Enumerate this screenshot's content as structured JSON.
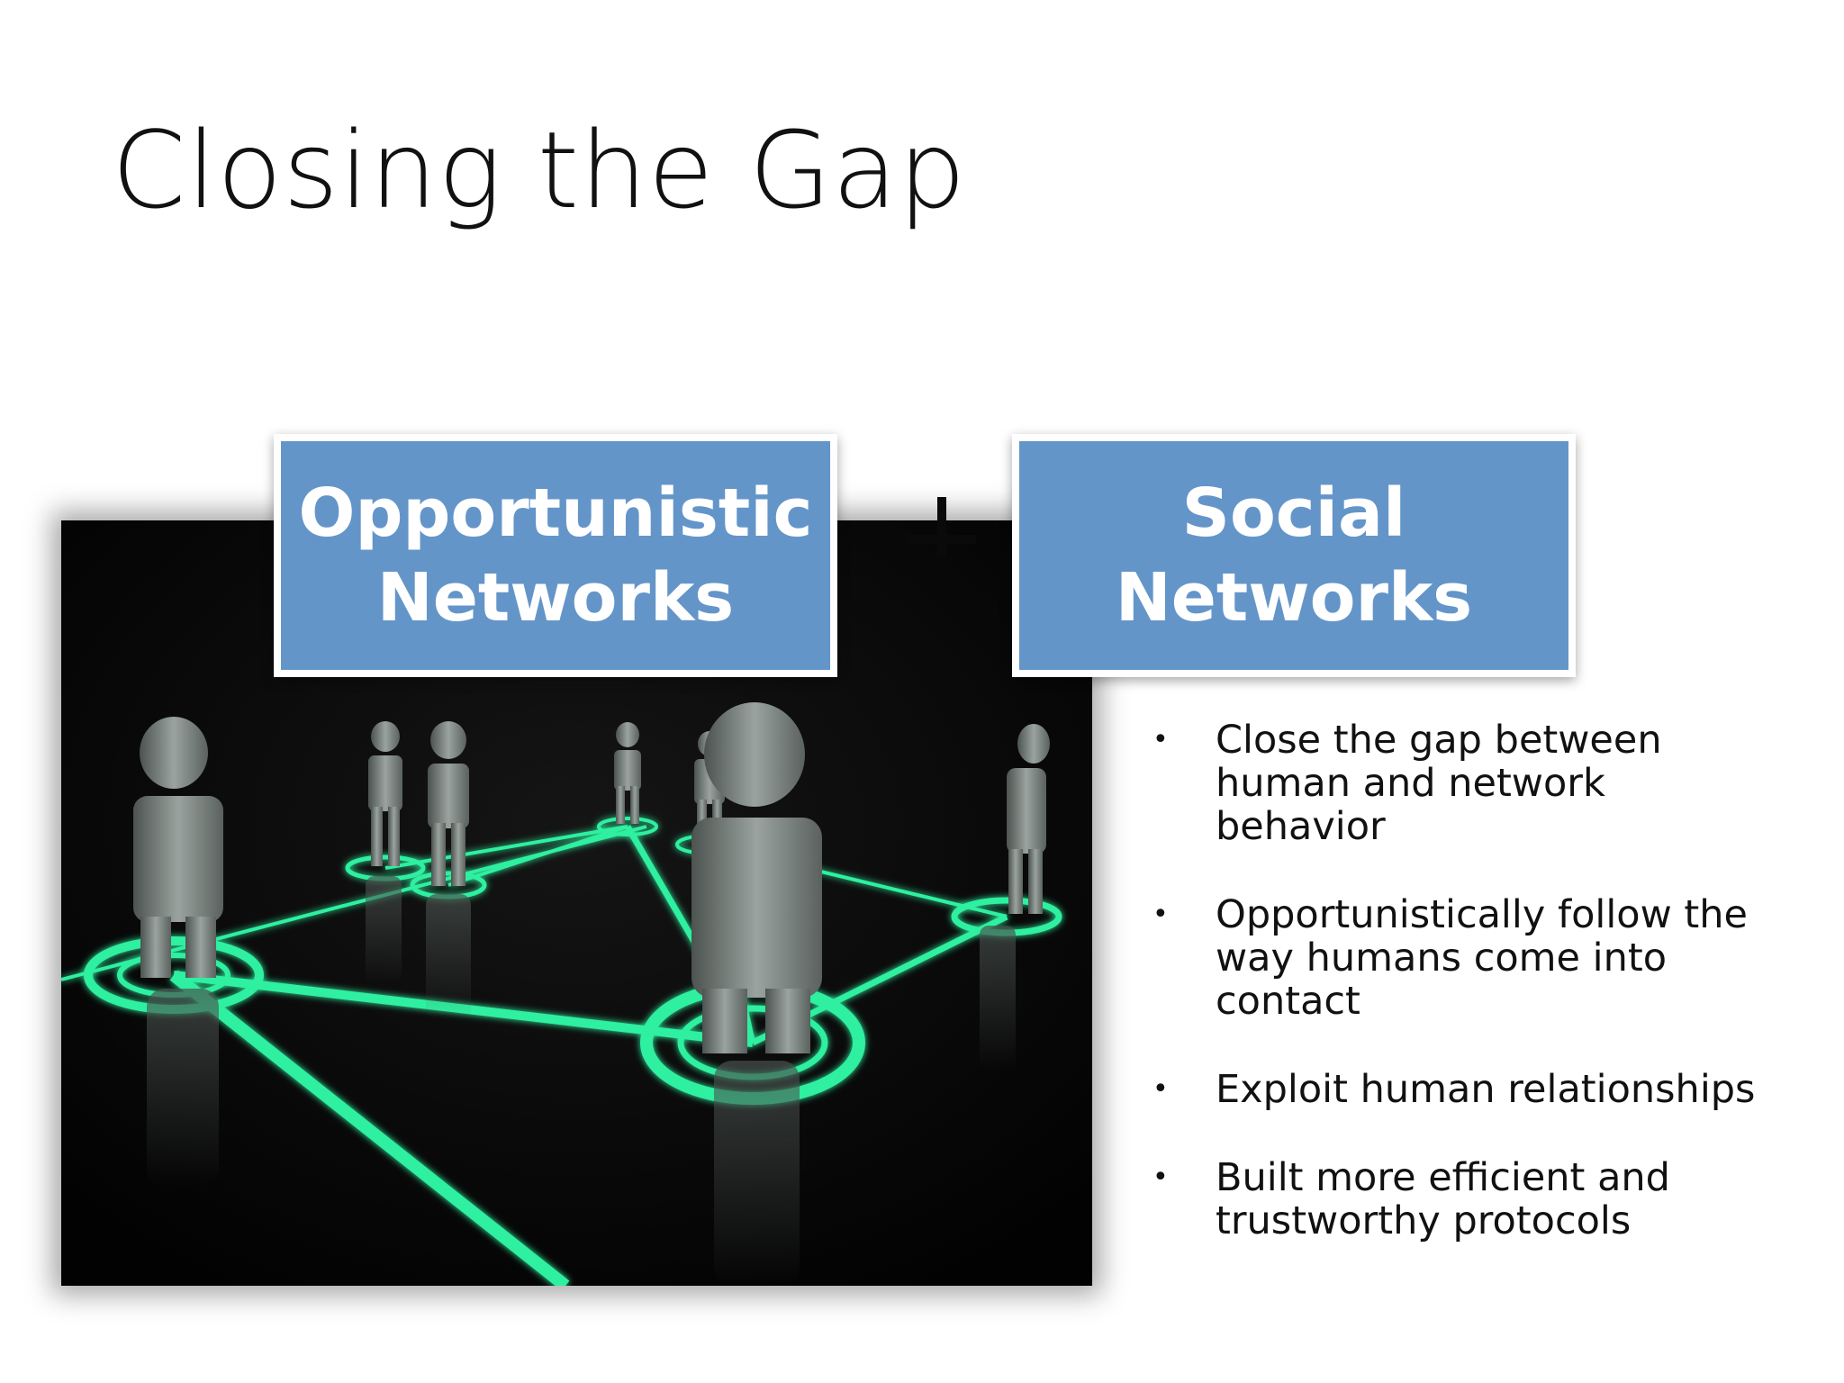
{
  "slide": {
    "title": "Closing the Gap",
    "left_box": {
      "line1": "Opportunistic",
      "line2": "Networks"
    },
    "right_box": {
      "line1": "Social",
      "line2": "Networks"
    },
    "bullets": [
      {
        "line1": "Close the gap between",
        "line2": "human and network",
        "line3": "behavior"
      },
      {
        "line1": "Opportunistically follow the",
        "line2": "way humans come into",
        "line3": "contact"
      },
      {
        "line1": "Exploit human relationships"
      },
      {
        "line1": "Built more efficient and",
        "line2": "trustworthy protocols"
      }
    ],
    "bullet_glyph": "•",
    "colors": {
      "box_fill": "#6495c9",
      "network_glow": "#2ff0a0",
      "photo_bg": "#050505"
    },
    "image_description_icon": "people-network-image"
  }
}
